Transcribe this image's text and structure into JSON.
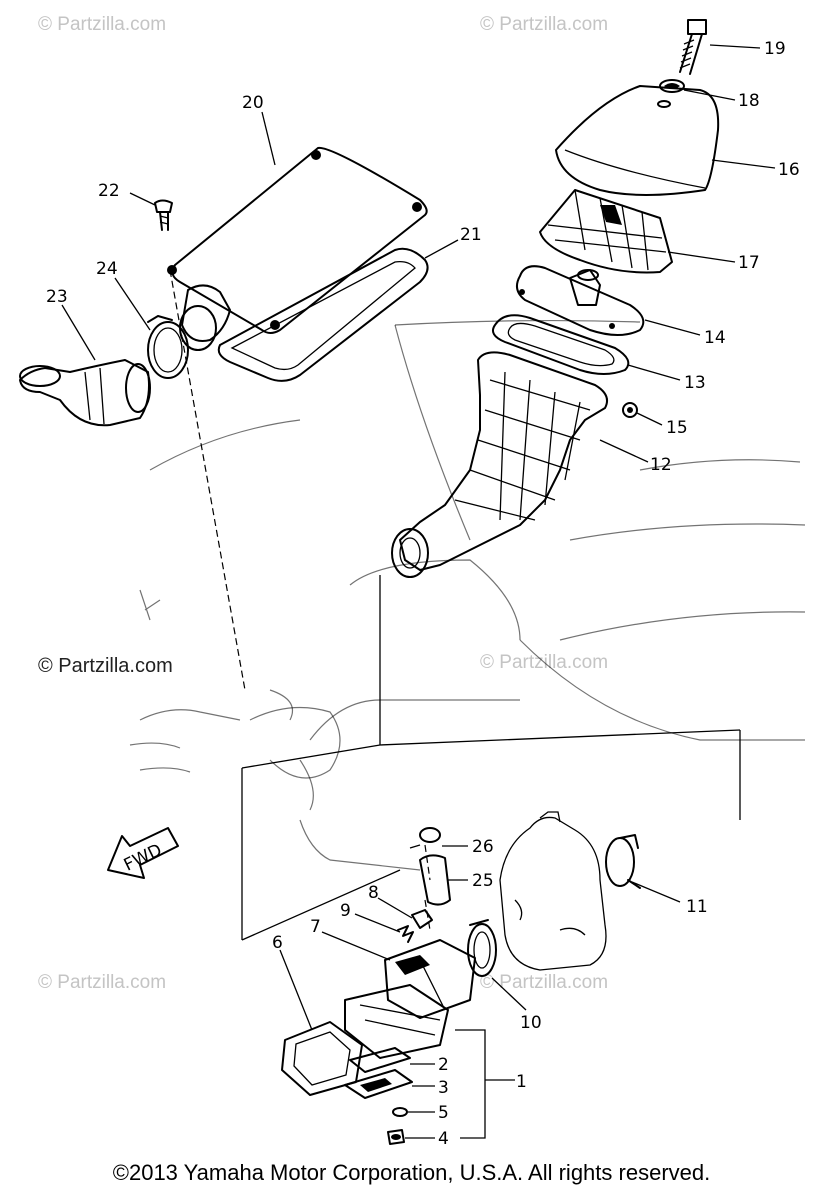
{
  "watermarks": {
    "text": "© Partzilla.com"
  },
  "fwd_arrow": {
    "label": "FWD"
  },
  "callouts": [
    {
      "id": "c1",
      "label": "1"
    },
    {
      "id": "c2",
      "label": "2"
    },
    {
      "id": "c3",
      "label": "3"
    },
    {
      "id": "c4",
      "label": "4"
    },
    {
      "id": "c5",
      "label": "5"
    },
    {
      "id": "c6",
      "label": "6"
    },
    {
      "id": "c7",
      "label": "7"
    },
    {
      "id": "c8",
      "label": "8"
    },
    {
      "id": "c9",
      "label": "9"
    },
    {
      "id": "c10",
      "label": "10"
    },
    {
      "id": "c11",
      "label": "11"
    },
    {
      "id": "c12",
      "label": "12"
    },
    {
      "id": "c13",
      "label": "13"
    },
    {
      "id": "c14",
      "label": "14"
    },
    {
      "id": "c15",
      "label": "15"
    },
    {
      "id": "c16",
      "label": "16"
    },
    {
      "id": "c17",
      "label": "17"
    },
    {
      "id": "c18",
      "label": "18"
    },
    {
      "id": "c19",
      "label": "19"
    },
    {
      "id": "c20",
      "label": "20"
    },
    {
      "id": "c21",
      "label": "21"
    },
    {
      "id": "c22",
      "label": "22"
    },
    {
      "id": "c23",
      "label": "23"
    },
    {
      "id": "c24",
      "label": "24"
    },
    {
      "id": "c25",
      "label": "25"
    },
    {
      "id": "c26",
      "label": "26"
    }
  ],
  "footer": {
    "copyright": "©2013  Yamaha Motor Corporation, U.S.A. All rights reserved."
  }
}
